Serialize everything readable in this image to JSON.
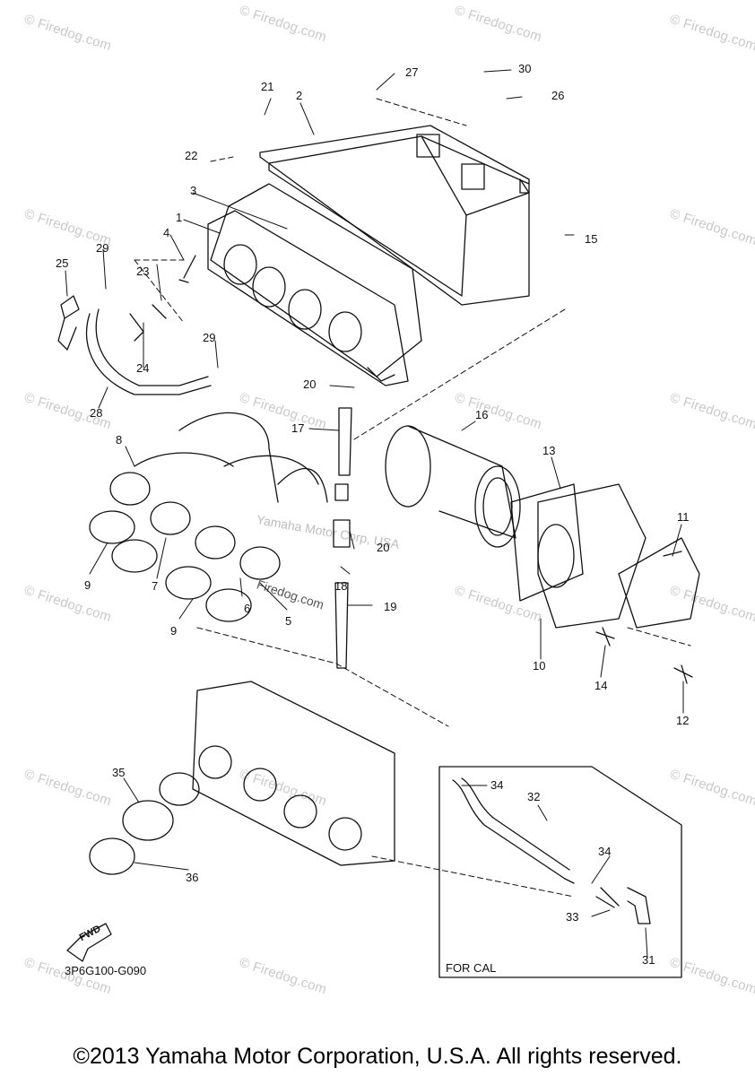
{
  "watermark": "© Firedog.com",
  "ghost_watermarks": [
    "Yamaha Motor Corp, USA",
    "Firedog.com"
  ],
  "diagram_code": "3P6G100-G090",
  "fwd_label": "FWD",
  "for_cal_label": "FOR CAL",
  "copyright": "©2013 Yamaha Motor Corporation, U.S.A. All rights reserved.",
  "callouts": {
    "c1": "1",
    "c2": "2",
    "c3": "3",
    "c4": "4",
    "c5": "5",
    "c6": "6",
    "c7": "7",
    "c8": "8",
    "c9a": "9",
    "c9b": "9",
    "c10": "10",
    "c11": "11",
    "c12": "12",
    "c13": "13",
    "c14": "14",
    "c15": "15",
    "c16": "16",
    "c17": "17",
    "c18": "18",
    "c19": "19",
    "c20a": "20",
    "c20b": "20",
    "c21": "21",
    "c22": "22",
    "c23": "23",
    "c24": "24",
    "c25": "25",
    "c26": "26",
    "c27": "27",
    "c28": "28",
    "c29a": "29",
    "c29b": "29",
    "c30": "30",
    "c31": "31",
    "c32": "32",
    "c33": "33",
    "c34a": "34",
    "c34b": "34",
    "c35": "35",
    "c36": "36"
  }
}
